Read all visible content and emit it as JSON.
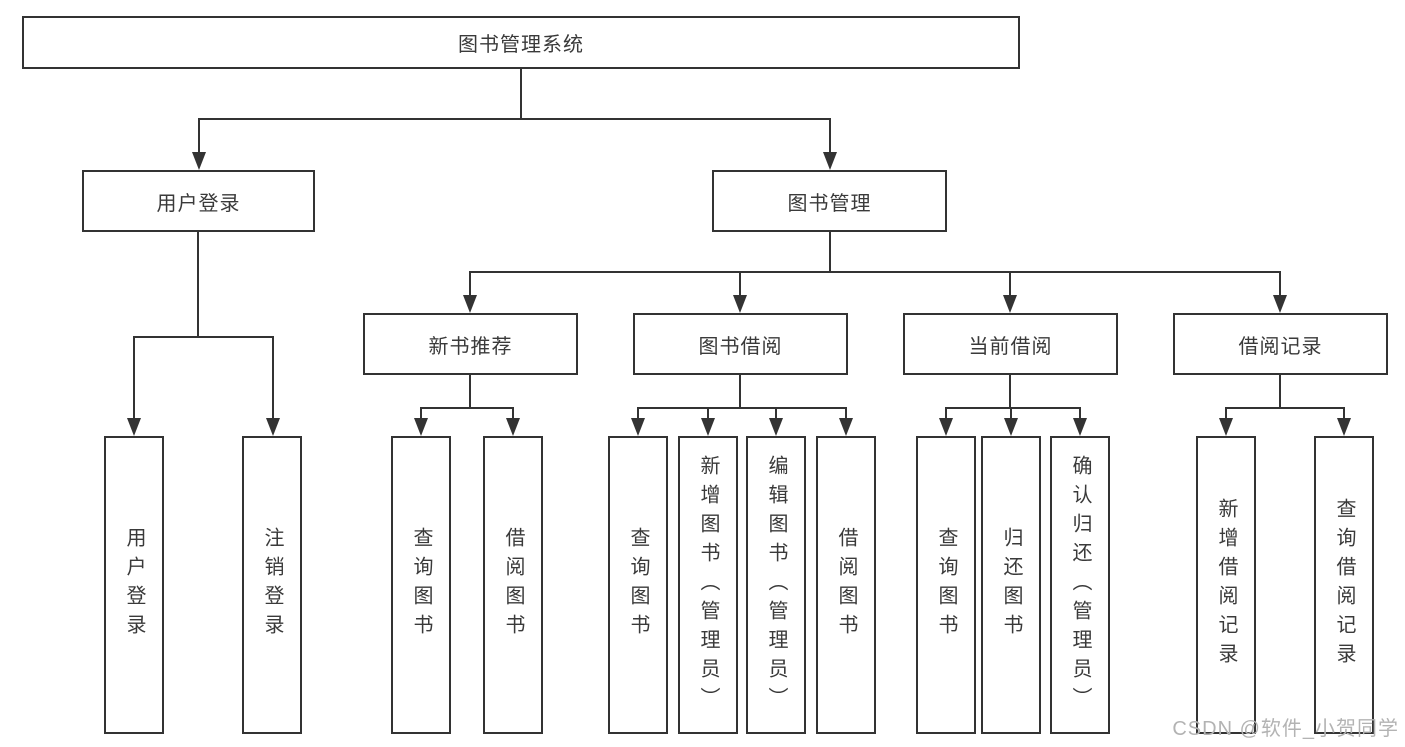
{
  "diagram": {
    "title": "图书管理系统",
    "watermark": "CSDN @软件_小贺同学",
    "colors": {
      "line": "#333333",
      "text": "#3a3a3a",
      "box_background": "#ffffff",
      "watermark": "#b3b3b3"
    },
    "nodes": {
      "root": {
        "label": "图书管理系统"
      },
      "level2": [
        {
          "label": "用户登录"
        },
        {
          "label": "图书管理"
        }
      ],
      "level3": [
        {
          "label": "新书推荐"
        },
        {
          "label": "图书借阅"
        },
        {
          "label": "当前借阅"
        },
        {
          "label": "借阅记录"
        }
      ],
      "leaves": {
        "login": [
          {
            "label": "用户登录"
          },
          {
            "label": "注销登录"
          }
        ],
        "newbook": [
          {
            "label": "查询图书"
          },
          {
            "label": "借阅图书"
          }
        ],
        "borrow": [
          {
            "label": "查询图书"
          },
          {
            "label": "新增图书（管理员）"
          },
          {
            "label": "编辑图书（管理员）"
          },
          {
            "label": "借阅图书"
          }
        ],
        "current": [
          {
            "label": "查询图书"
          },
          {
            "label": "归还图书"
          },
          {
            "label": "确认归还（管理员）"
          }
        ],
        "record": [
          {
            "label": "新增借阅记录"
          },
          {
            "label": "查询借阅记录"
          }
        ]
      }
    }
  }
}
